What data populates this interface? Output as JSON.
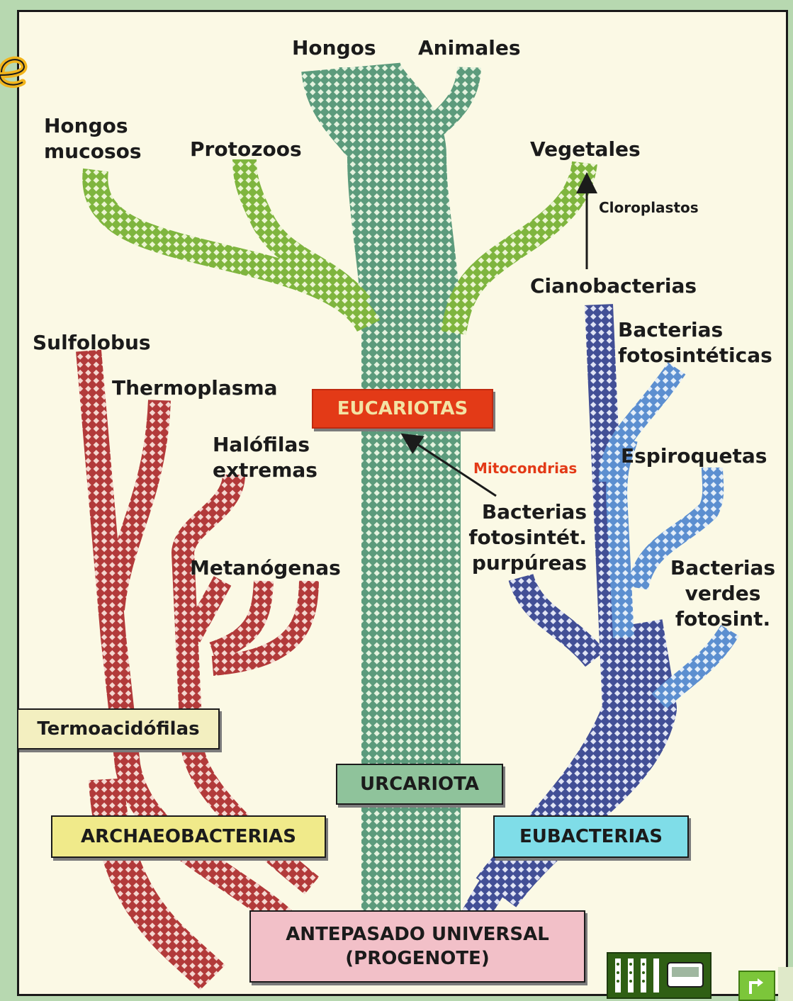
{
  "labels": {
    "hongos": "Hongos",
    "animales": "Animales",
    "hongos_mucosos": "Hongos\nmucosos",
    "protozoos": "Protozoos",
    "vegetales": "Vegetales",
    "cloroplastos": "Cloroplastos",
    "cianobacterias": "Cianobacterias",
    "sulfolobus": "Sulfolobus",
    "thermoplasma": "Thermoplasma",
    "bacterias_fotosinteticas": "Bacterias\nfotosintéticas",
    "halofilas": "Halófilas\nextremas",
    "espiroquetas": "Espiroquetas",
    "mitocondrias": "Mitocondrias",
    "purpureas": "Bacterias\nfotosintét.\npurpúreas",
    "metanogenas": "Metanógenas",
    "bacterias_verdes": "Bacterias\nverdes\nfotosint."
  },
  "boxes": {
    "eucariotas": "EUCARIOTAS",
    "termoacidofilas": "Termoacidófilas",
    "urcariota": "URCARIOTA",
    "archaeobacterias": "ARCHAEOBACTERIAS",
    "eubacterias": "EUBACTERIAS",
    "antepasado": "ANTEPASADO UNIVERSAL\n(PROGENOTE)"
  },
  "colors": {
    "archaea": "#b23a3a",
    "eukarya": "#5fa87c",
    "eukarya_branch": "#8fc04a",
    "bacteria": "#4a5fa8",
    "bacteria_light": "#6f9ed8",
    "eucariotas_box": "#e33a17",
    "termoacidofilas_box": "#f3efc0",
    "urcariota_box": "#8fc39b",
    "archaeobacterias_box": "#f0ea8a",
    "eubacterias_box": "#7fdde8",
    "antepasado_box": "#f2c0c8",
    "cloroplastos_text": "#1a9a1a",
    "mitocondrias_text": "#e33a17"
  },
  "icons": [
    "film-strip-icon",
    "return-arrow-icon"
  ]
}
